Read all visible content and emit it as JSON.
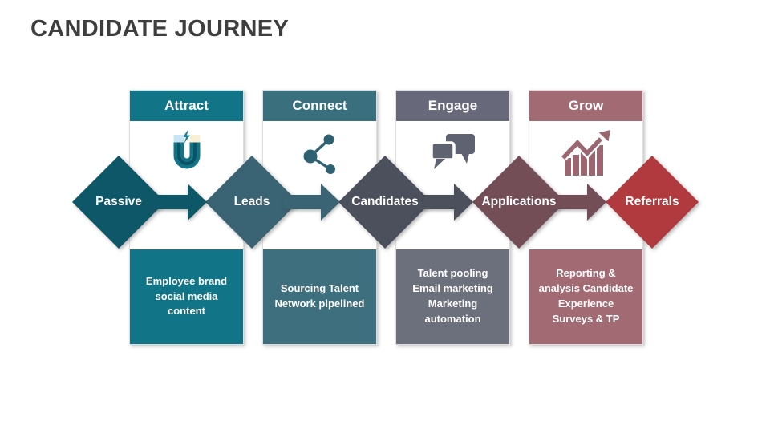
{
  "slide": {
    "title": "CANDIDATE JOURNEY",
    "title_color": "#3E3E3E",
    "background": "#FFFFFF"
  },
  "columns": [
    {
      "header": "Attract",
      "header_color": "#117487",
      "icon": "magnet-icon",
      "box_text": "Employee brand\nsocial media\ncontent",
      "box_color": "#117487"
    },
    {
      "header": "Connect",
      "header_color": "#3A6F7E",
      "icon": "share-network-icon",
      "box_text": "Sourcing Talent\nNetwork pipelined",
      "box_color": "#3E6F7E"
    },
    {
      "header": "Engage",
      "header_color": "#67697A",
      "icon": "speech-bubbles-icon",
      "box_text": "Talent pooling\nEmail marketing\nMarketing\nautomation",
      "box_color": "#6C6F7C"
    },
    {
      "header": "Grow",
      "header_color": "#A26B74",
      "icon": "growth-chart-arrow-icon",
      "box_text": "Reporting &\nanalysis Candidate\nExperience\nSurveys & TP",
      "box_color": "#A26B74"
    }
  ],
  "stages": [
    {
      "label": "Passive",
      "color": "#0E5769"
    },
    {
      "label": "Leads",
      "color": "#3A6373"
    },
    {
      "label": "Candidates",
      "color": "#4C4F5C"
    },
    {
      "label": "Applications",
      "color": "#734E57"
    },
    {
      "label": "Referrals",
      "color": "#B13A3E"
    }
  ],
  "arrows": [
    {
      "color": "#0E5769"
    },
    {
      "color": "#3A6373"
    },
    {
      "color": "#4C4F5C"
    },
    {
      "color": "#734E57"
    }
  ]
}
